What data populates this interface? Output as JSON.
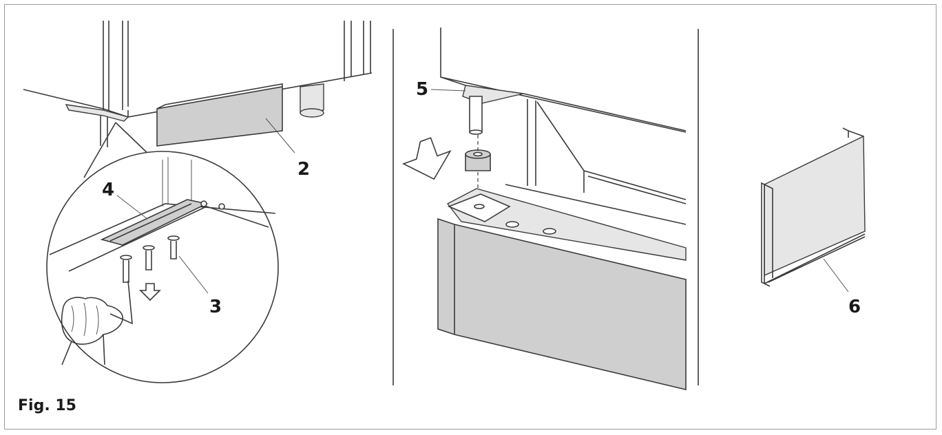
{
  "figure": {
    "label": "Fig. 15",
    "callouts": [
      {
        "id": "2",
        "text": "2"
      },
      {
        "id": "3",
        "text": "3"
      },
      {
        "id": "4",
        "text": "4"
      },
      {
        "id": "5",
        "text": "5"
      },
      {
        "id": "6",
        "text": "6"
      }
    ],
    "panels": [
      "left-panel",
      "middle-panel",
      "right-panel"
    ],
    "colors": {
      "line": "#3a3a3a",
      "shade": "#cfcfcf",
      "frame": "#9a9a9a"
    }
  }
}
